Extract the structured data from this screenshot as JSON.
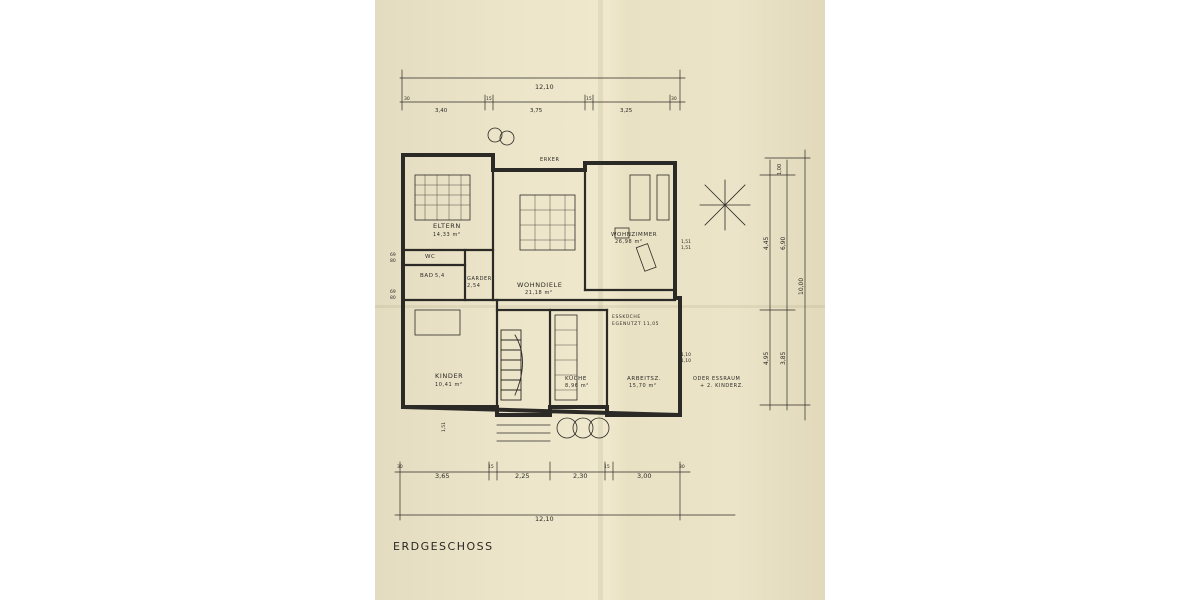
{
  "sheet": {
    "title": "ERDGESCHOSS",
    "paper_color": "#ece5c9",
    "ink_color": "#2c2a26"
  },
  "rooms": [
    {
      "name": "ELTERN",
      "area": "14,33 m²"
    },
    {
      "name": "WOHNDIELE",
      "area": "21,18 m²"
    },
    {
      "name": "WOHNZIMMER",
      "area": "26,98 m²"
    },
    {
      "name": "WC",
      "area": ""
    },
    {
      "name": "BAD",
      "area": "5,4"
    },
    {
      "name": "GARDER.",
      "area": "2,54"
    },
    {
      "name": "KINDER",
      "area": "10,41 m²"
    },
    {
      "name": "KÜCHE",
      "area": "8,96 m²"
    },
    {
      "name": "ESSKÜCHE",
      "area": "EGENUTZT 11,05"
    },
    {
      "name": "ARBEITSZ.",
      "area": "15,70 m²"
    },
    {
      "name": "ERKER",
      "area": ""
    }
  ],
  "notes": {
    "alternative_line1": "ODER ESSRAUM",
    "alternative_line2": "+ 2. KINDERZ."
  },
  "dimensions": {
    "top_total": "12,10",
    "top_segments": [
      "3,40",
      "3,75",
      "3,25"
    ],
    "top_small": [
      "30",
      "15",
      "15",
      "30"
    ],
    "bottom_total": "12,10",
    "bottom_segments": [
      "3,65",
      "2,25",
      "2,30",
      "3,00"
    ],
    "bottom_small": [
      "30",
      "15",
      "15",
      "30"
    ],
    "right_total": "10,00",
    "right_segments": [
      "4,45",
      "4,95"
    ],
    "right_inner": [
      "6,90",
      "3,85"
    ],
    "right_small": [
      "1,00"
    ],
    "left_heights": [
      "69",
      "80",
      "69",
      "80"
    ],
    "wall_notes": [
      "1,51",
      "1,51",
      "1,10",
      "1,10",
      "1,51"
    ]
  }
}
